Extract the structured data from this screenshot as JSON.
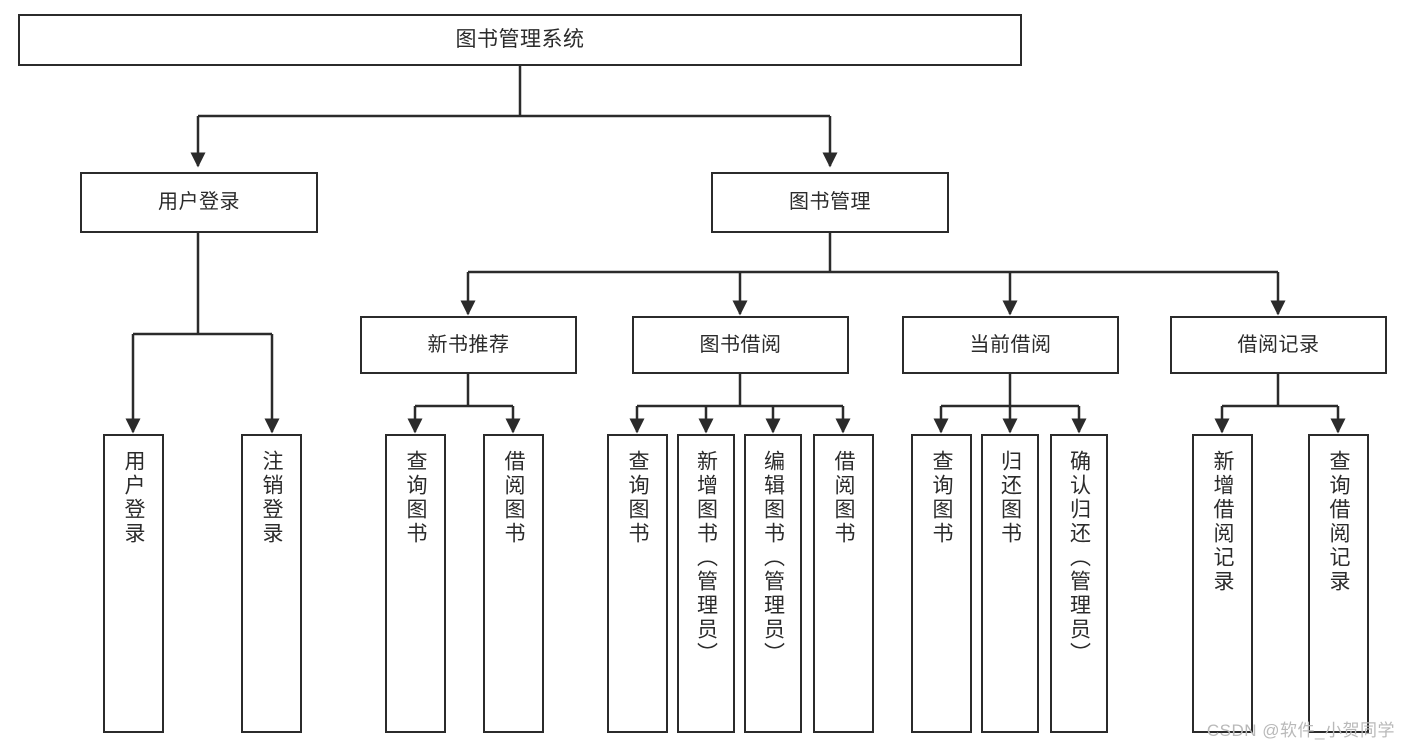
{
  "diagram": {
    "title": "图书管理系统",
    "type": "tree",
    "watermark": "CSDN @软件_小贺同学",
    "colors": {
      "background": "#ffffff",
      "box_border": "#2b2b2b",
      "box_fill": "#ffffff",
      "text": "#2b2b2b",
      "edge": "#2b2b2b",
      "watermark": "#b9b9b9"
    },
    "root": {
      "label": "图书管理系统"
    },
    "level2": [
      {
        "label": "用户登录"
      },
      {
        "label": "图书管理"
      }
    ],
    "level3": [
      {
        "label": "新书推荐"
      },
      {
        "label": "图书借阅"
      },
      {
        "label": "当前借阅"
      },
      {
        "label": "借阅记录"
      }
    ],
    "leaves": [
      {
        "label": "用户登录",
        "parent": "用户登录"
      },
      {
        "label": "注销登录",
        "parent": "用户登录"
      },
      {
        "label": "查询图书",
        "parent": "新书推荐"
      },
      {
        "label": "借阅图书",
        "parent": "新书推荐"
      },
      {
        "label": "查询图书",
        "parent": "图书借阅"
      },
      {
        "label": "新增图书（管理员）",
        "parent": "图书借阅"
      },
      {
        "label": "编辑图书（管理员）",
        "parent": "图书借阅"
      },
      {
        "label": "借阅图书",
        "parent": "图书借阅"
      },
      {
        "label": "查询图书",
        "parent": "当前借阅"
      },
      {
        "label": "归还图书",
        "parent": "当前借阅"
      },
      {
        "label": "确认归还（管理员）",
        "parent": "当前借阅"
      },
      {
        "label": "新增借阅记录",
        "parent": "借阅记录"
      },
      {
        "label": "查询借阅记录",
        "parent": "借阅记录"
      }
    ]
  }
}
